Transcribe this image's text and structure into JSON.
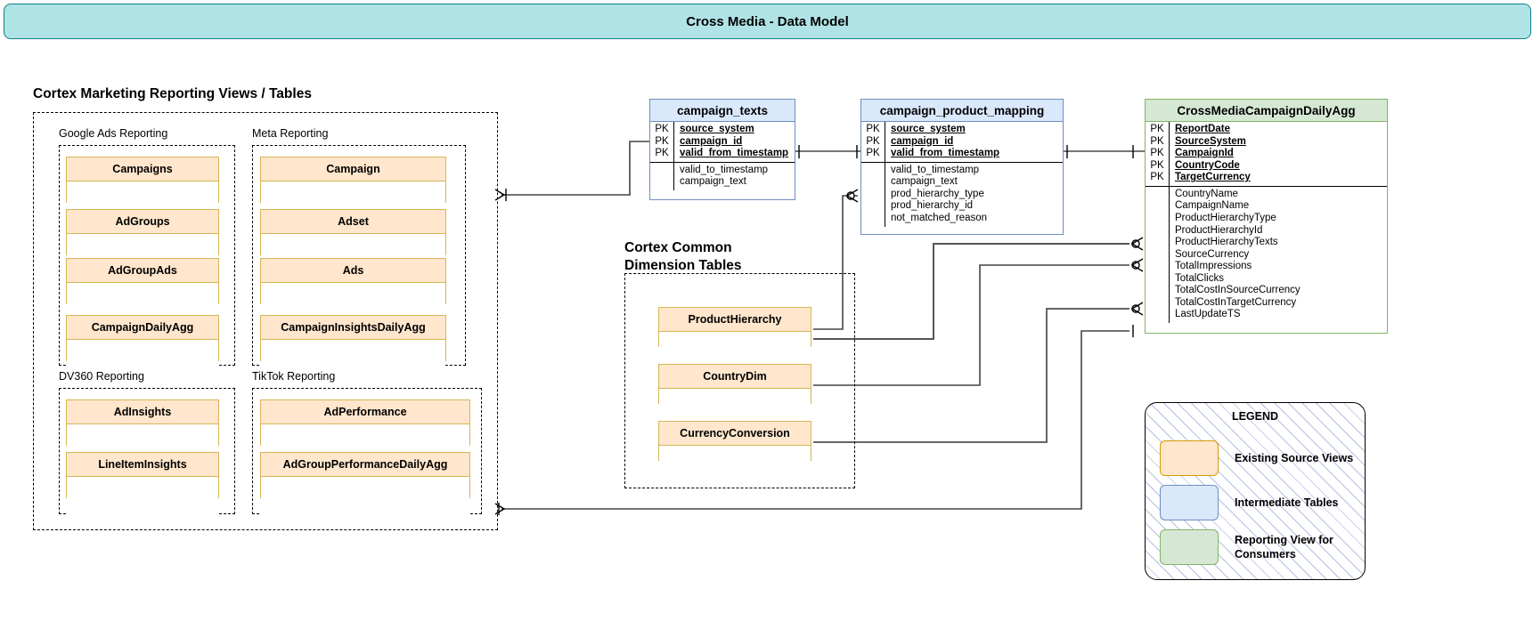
{
  "title": {
    "text": "Cross Media - Data Model"
  },
  "headings": {
    "left_group": "Cortex Marketing Reporting Views / Tables",
    "dimension_group": "Cortex Common\nDimension Tables"
  },
  "source_groups": [
    {
      "label": "Google Ads Reporting",
      "tables": [
        "Campaigns",
        "AdGroups",
        "AdGroupAds",
        "CampaignDailyAgg"
      ]
    },
    {
      "label": "Meta Reporting",
      "tables": [
        "Campaign",
        "Adset",
        "Ads",
        "CampaignInsightsDailyAgg"
      ]
    },
    {
      "label": "DV360 Reporting",
      "tables": [
        "AdInsights",
        "LineItemInsights"
      ]
    },
    {
      "label": "TikTok Reporting",
      "tables": [
        "AdPerformance",
        "AdGroupPerformanceDailyAgg"
      ]
    }
  ],
  "dimension_tables": [
    "ProductHierarchy",
    "CountryDim",
    "CurrencyConversion"
  ],
  "entities": [
    {
      "name": "campaign_texts",
      "kind": "intermediate",
      "keys": [
        {
          "marker": "PK",
          "field": "source_system"
        },
        {
          "marker": "PK",
          "field": "campaign_id"
        },
        {
          "marker": "PK",
          "field": "valid_from_timestamp"
        }
      ],
      "attributes": [
        "valid_to_timestamp",
        "campaign_text"
      ]
    },
    {
      "name": "campaign_product_mapping",
      "kind": "intermediate",
      "keys": [
        {
          "marker": "PK",
          "field": "source_system"
        },
        {
          "marker": "PK",
          "field": "campaign_id"
        },
        {
          "marker": "PK",
          "field": "valid_from_timestamp"
        }
      ],
      "attributes": [
        "valid_to_timestamp",
        "campaign_text",
        "prod_hierarchy_type",
        "prod_hierarchy_id",
        "not_matched_reason"
      ]
    },
    {
      "name": "CrossMediaCampaignDailyAgg",
      "kind": "reporting",
      "keys": [
        {
          "marker": "PK",
          "field": "ReportDate"
        },
        {
          "marker": "PK",
          "field": "SourceSystem"
        },
        {
          "marker": "PK",
          "field": "CampaignId"
        },
        {
          "marker": "PK",
          "field": "CountryCode"
        },
        {
          "marker": "PK",
          "field": "TargetCurrency"
        }
      ],
      "attributes": [
        "CountryName",
        "CampaignName",
        "ProductHierarchyType",
        "ProductHierarchyId",
        "ProductHierarchyTexts",
        "SourceCurrency",
        "TotalImpressions",
        "TotalClicks",
        "TotalCostInSourceCurrency",
        "TotalCostInTargetCurrency",
        "LastUpdateTS"
      ]
    }
  ],
  "legend": {
    "title": "LEGEND",
    "items": [
      {
        "swatch": "orange",
        "label": "Existing Source Views"
      },
      {
        "swatch": "blue",
        "label": "Intermediate Tables"
      },
      {
        "swatch": "green",
        "label": "Reporting View for\nConsumers"
      }
    ]
  },
  "colors": {
    "banner_fill": "#b0e3e6",
    "banner_stroke": "#0e8088",
    "source_fill": "#ffe6cc",
    "source_stroke": "#d6b656",
    "intermediate_fill": "#dae8fc",
    "intermediate_stroke": "#6c8ebf",
    "reporting_fill": "#d5e8d4",
    "reporting_stroke": "#82b366"
  }
}
